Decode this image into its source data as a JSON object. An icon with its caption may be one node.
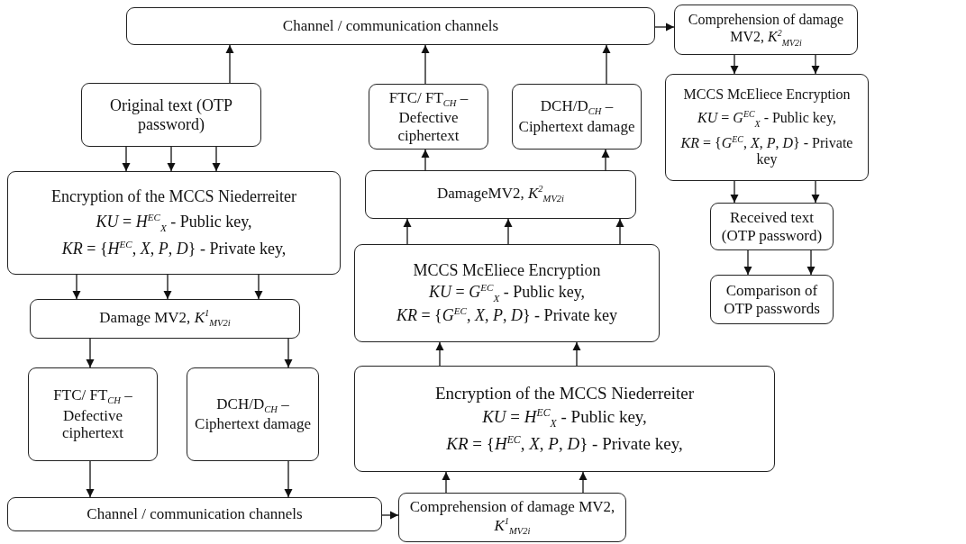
{
  "diagram": {
    "nodes": [
      {
        "text": [
          "Channel / communication channels"
        ]
      },
      {
        "text": [
          "Comprehension of damage MV2, *K*$^{2}$$_{MV2i}$"
        ]
      },
      {
        "text": [
          "Original text (OTP password)"
        ]
      },
      {
        "text": [
          "Encryption of the MCCS Niederreiter",
          "*KU* = *H*$^{EC}$$_{X}$ - Public key,",
          "*KR* = {*H*$^{EC}$, *X*, *P*, *D*} - Private key,"
        ]
      },
      {
        "text": [
          "Damage MV2, *K*$^{1}$$_{MV2i}$"
        ]
      },
      {
        "text": [
          "FTC/ FT$_{CH}$ – Defective ciphertext"
        ]
      },
      {
        "text": [
          "DCH/D$_{CH}$ – Ciphertext damage"
        ]
      },
      {
        "text": [
          "Channel / communication channels"
        ]
      },
      {
        "text": [
          "Comprehension of damage MV2, *K*$^{1}$$_{MV2i}$"
        ]
      },
      {
        "text": [
          "FTC/ FT$_{CH}$ – Defective ciphertext"
        ]
      },
      {
        "text": [
          "DCH/D$_{CH}$ – Ciphertext damage"
        ]
      },
      {
        "text": [
          "DamageMV2, *K*$^{2}$$_{MV2i}$"
        ]
      },
      {
        "text": [
          "MCCS McEliece Encryption",
          "*KU* = *G*$^{EC}$$_{X}$ - Public key,",
          "*KR* = {*G*$^{EC}$, *X*, *P*, *D*} - Private key"
        ]
      },
      {
        "text": [
          "Encryption of the MCCS Niederreiter",
          "*KU* = *H*$^{EC}$$_{X}$ - Public key,",
          "*KR* = {*H*$^{EC}$, *X*, *P*, *D*} - Private key,"
        ]
      },
      {
        "text": [
          "MCCS McEliece Encryption",
          "*KU* = *G*$^{EC}$$_{X}$ - Public key,",
          "*KR* = {*G*$^{EC}$, *X*, *P*, *D*} - Private key"
        ]
      },
      {
        "text": [
          "Received text (OTP password)"
        ]
      },
      {
        "text": [
          "Comparison of OTP passwords"
        ]
      }
    ],
    "edges": [
      {
        "from": 2,
        "to": 0,
        "arrow": "to"
      },
      {
        "from": 2,
        "to": 3,
        "arrow": "to"
      },
      {
        "from": 2,
        "to": 3,
        "arrow": "to"
      },
      {
        "from": 2,
        "to": 3,
        "arrow": "to"
      },
      {
        "from": 3,
        "to": 4,
        "arrow": "to"
      },
      {
        "from": 3,
        "to": 4,
        "arrow": "to"
      },
      {
        "from": 3,
        "to": 4,
        "arrow": "to"
      },
      {
        "from": 4,
        "to": 5,
        "arrow": "to"
      },
      {
        "from": 4,
        "to": 6,
        "arrow": "to"
      },
      {
        "from": 5,
        "to": 7,
        "arrow": "to"
      },
      {
        "from": 6,
        "to": 7,
        "arrow": "to"
      },
      {
        "from": 7,
        "to": 8,
        "arrow": "to"
      },
      {
        "from": 8,
        "to": 13,
        "arrow": "to"
      },
      {
        "from": 8,
        "to": 13,
        "arrow": "to"
      },
      {
        "from": 13,
        "to": 12,
        "arrow": "to"
      },
      {
        "from": 13,
        "to": 12,
        "arrow": "to"
      },
      {
        "from": 12,
        "to": 11,
        "arrow": "to"
      },
      {
        "from": 12,
        "to": 11,
        "arrow": "to"
      },
      {
        "from": 12,
        "to": 11,
        "arrow": "to"
      },
      {
        "from": 11,
        "to": 9,
        "arrow": "to"
      },
      {
        "from": 11,
        "to": 10,
        "arrow": "to"
      },
      {
        "from": 9,
        "to": 0,
        "arrow": "to"
      },
      {
        "from": 10,
        "to": 0,
        "arrow": "to"
      },
      {
        "from": 0,
        "to": 1,
        "arrow": "to"
      },
      {
        "from": 1,
        "to": 14,
        "arrow": "to"
      },
      {
        "from": 1,
        "to": 14,
        "arrow": "to"
      },
      {
        "from": 14,
        "to": 15,
        "arrow": "to"
      },
      {
        "from": 14,
        "to": 15,
        "arrow": "to"
      },
      {
        "from": 15,
        "to": 16,
        "arrow": "to"
      },
      {
        "from": 15,
        "to": 16,
        "arrow": "to"
      }
    ]
  }
}
